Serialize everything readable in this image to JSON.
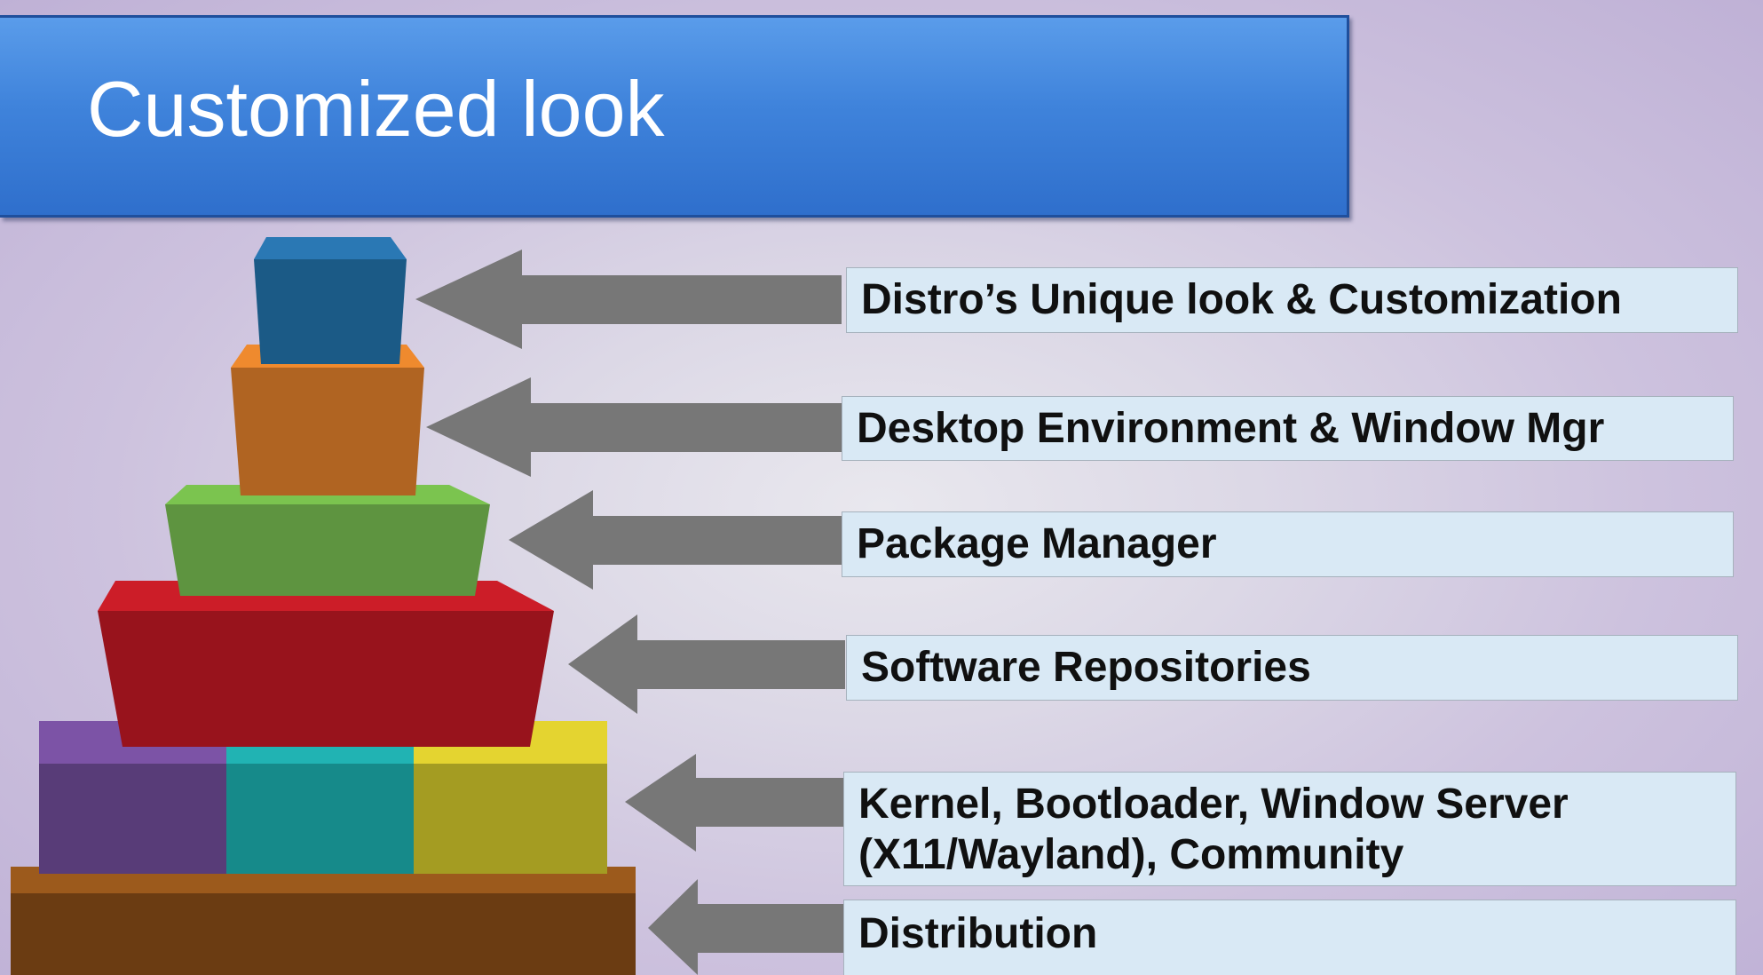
{
  "slide": {
    "title": "Customized look"
  },
  "diagram": {
    "layers": [
      {
        "label": "Distro’s Unique look & Customization",
        "color": "#1b5a86"
      },
      {
        "label": "Desktop Environment & Window Mgr",
        "color": "#b06422"
      },
      {
        "label": "Package Manager",
        "color": "#5e9440"
      },
      {
        "label": "Software Repositories",
        "color": "#98131c"
      },
      {
        "label": "Kernel, Bootloader, Window Server\n(X11/Wayland), Community",
        "colors": [
          "#583c78",
          "#168a8a",
          "#a49c22"
        ]
      },
      {
        "label": "Distribution",
        "color": "#6b3c12"
      }
    ],
    "arrow_color": "#777777"
  }
}
